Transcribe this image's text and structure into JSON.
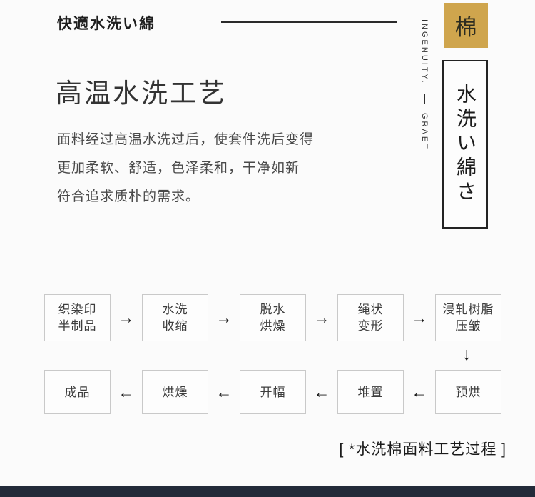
{
  "page": {
    "background": "#fbfbfb",
    "accent_gold": "#cfa54d",
    "footer_bar_color": "#232b39"
  },
  "header": {
    "tagline": "快適水洗い綿"
  },
  "sidebar": {
    "badge_char": "棉",
    "caption_top": "INGENUITY.",
    "caption_bottom": "GRAET",
    "vertical_title": "水洗い綿さ"
  },
  "main": {
    "title": "高温水洗工艺",
    "paragraph": [
      "面料经过高温水洗过后，使套件洗后变得",
      "更加柔软、舒适，色泽柔和，干净如新",
      "符合追求质朴的需求。"
    ]
  },
  "icons": {
    "arrow_right": "→",
    "arrow_left": "←",
    "arrow_down": "↓"
  },
  "flow": {
    "row1": [
      {
        "line1": "织染印",
        "line2": "半制品"
      },
      {
        "line1": "水洗",
        "line2": "收缩"
      },
      {
        "line1": "脱水",
        "line2": "烘燥"
      },
      {
        "line1": "绳状",
        "line2": "变形"
      },
      {
        "line1": "浸轧树脂",
        "line2": "压皱"
      }
    ],
    "row2": [
      "成品",
      "烘燥",
      "开幅",
      "堆置",
      "预烘"
    ],
    "caption": "[ *水洗棉面料工艺过程 ]"
  }
}
